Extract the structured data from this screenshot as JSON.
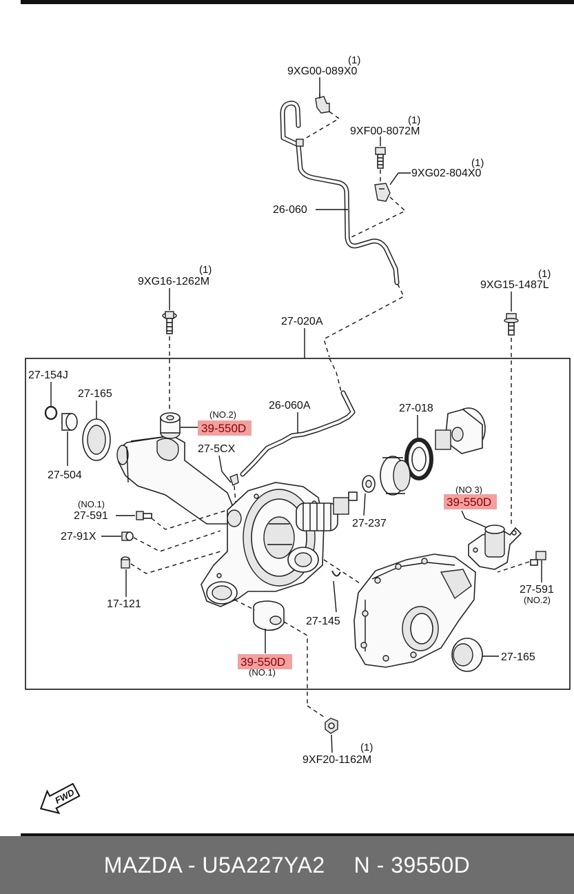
{
  "parts": {
    "hose_clip_top": {
      "code": "9XG00-089X0",
      "qty": "(1)"
    },
    "bolt_top": {
      "code": "9XF00-8072M",
      "qty": "(1)"
    },
    "clip_right": {
      "code": "9XG02-804X0",
      "qty": "(1)"
    },
    "breather_hose": {
      "code": "26-060"
    },
    "bolt_left": {
      "code": "9XG16-1262M",
      "qty": "(1)"
    },
    "bolt_right": {
      "code": "9XG15-1487L",
      "qty": "(1)"
    },
    "assembly": {
      "code": "27-020A"
    },
    "oring": {
      "code": "27-154J"
    },
    "seal_left": {
      "code": "27-165"
    },
    "bearing": {
      "code": "27-504"
    },
    "mount_no2": {
      "code": "39-550D",
      "note": "(NO.2)"
    },
    "breather_tube": {
      "code": "26-060A"
    },
    "clip_small": {
      "code": "27-5CX"
    },
    "seal_kit": {
      "code": "27-018"
    },
    "bolt_no1": {
      "code": "27-591",
      "note": "(NO.1)"
    },
    "plug": {
      "code": "27-91X"
    },
    "washer": {
      "code": "27-237"
    },
    "mount_no3": {
      "code": "39-550D",
      "note": "(NO 3)"
    },
    "pin": {
      "code": "17-121"
    },
    "clip_145": {
      "code": "27-145"
    },
    "bolt_no2": {
      "code": "27-591",
      "note": "(NO.2)"
    },
    "seal_right": {
      "code": "27-165"
    },
    "mount_no1": {
      "code": "39-550D",
      "note": "(NO.1)"
    },
    "nut_bottom": {
      "code": "9XF20-1162M",
      "qty": "(1)"
    }
  },
  "fwd_label": "FWD",
  "footer": {
    "left": "MAZDA - U5A227YA2",
    "right": "N - 39550D"
  },
  "colors": {
    "highlight": "#f2a0a0",
    "footer_bg": "#6e6e6e",
    "line": "#111111"
  }
}
